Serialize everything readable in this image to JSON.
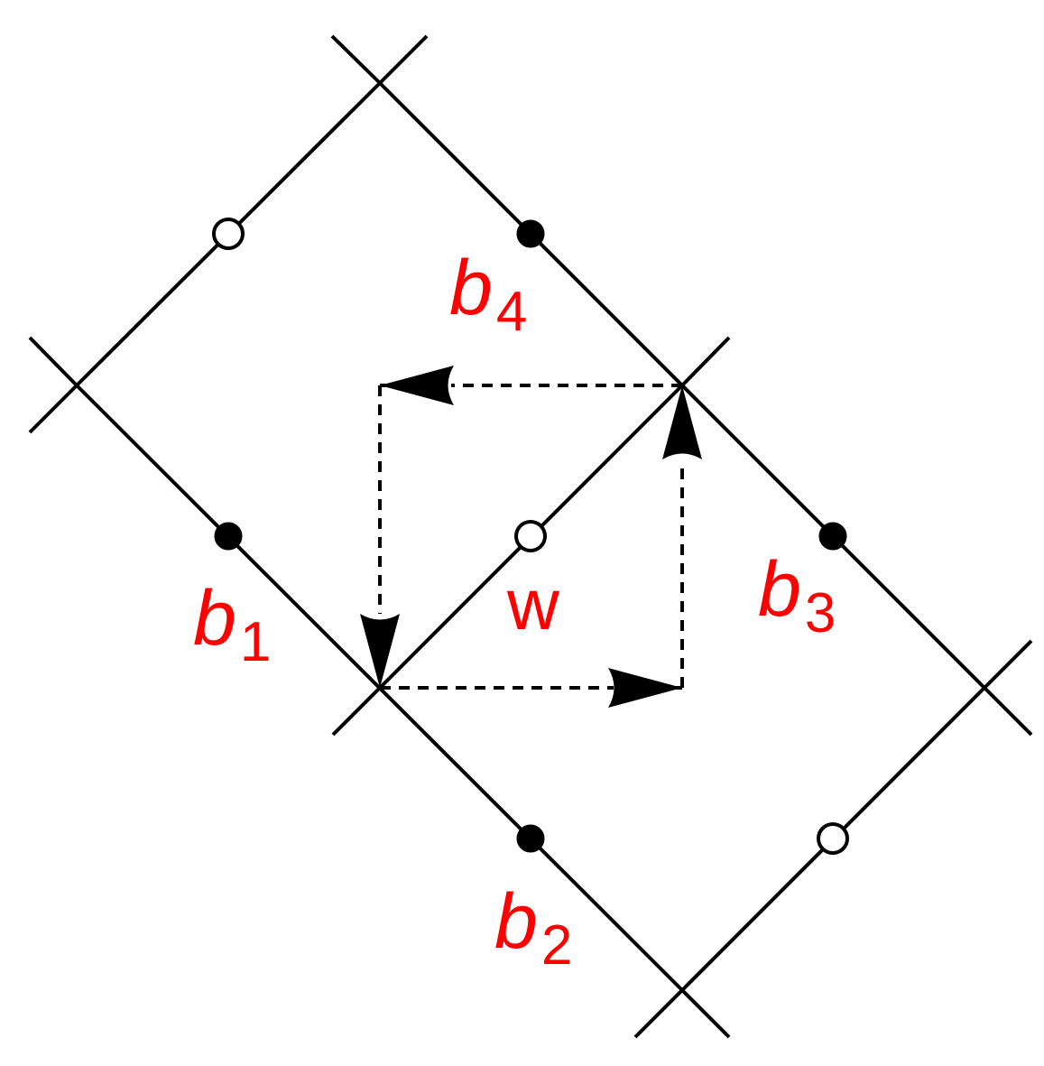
{
  "labels": {
    "b1": {
      "main": "b",
      "sub": "1"
    },
    "b2": {
      "main": "b",
      "sub": "2"
    },
    "b3": {
      "main": "b",
      "sub": "3"
    },
    "b4": {
      "main": "b",
      "sub": "4"
    },
    "w": "w"
  },
  "colors": {
    "label": "#ff0000",
    "line": "#000000",
    "background": "#ffffff"
  }
}
